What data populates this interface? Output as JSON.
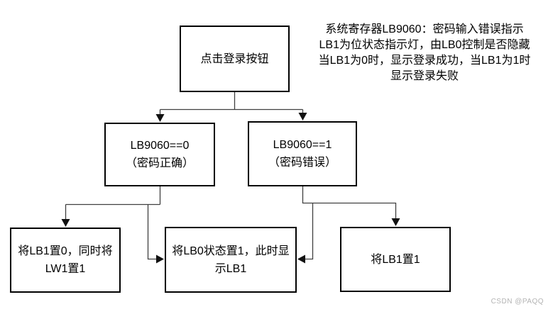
{
  "flowchart": {
    "nodes": {
      "login": {
        "lines": [
          "点击登录按钮"
        ]
      },
      "correct": {
        "lines": [
          "LB9060==0",
          "（密码正确）"
        ]
      },
      "wrong": {
        "lines": [
          "LB9060==1",
          "（密码错误）"
        ]
      },
      "setLb1Zero": {
        "lines": [
          "将LB1置0，同时将",
          "LW1置1"
        ]
      },
      "setLb0One": {
        "lines": [
          "将LB0状态置1，此时显",
          "示LB1"
        ]
      },
      "setLb1One": {
        "lines": [
          "将LB1置1"
        ]
      }
    },
    "annotation": {
      "lines": [
        "系统寄存器LB9060：密码输入错误指示",
        "LB1为位状态指示灯，由LB0控制是否隐藏",
        "当LB1为0时，显示登录成功，当LB1为1时",
        "显示登录失败"
      ]
    }
  },
  "colors": {
    "box_border": "#000000",
    "connector_line": "#404040",
    "arrowhead": "#111111",
    "watermark": "#b3b3b3",
    "background": "#ffffff"
  },
  "watermark": "CSDN @PAQQ"
}
